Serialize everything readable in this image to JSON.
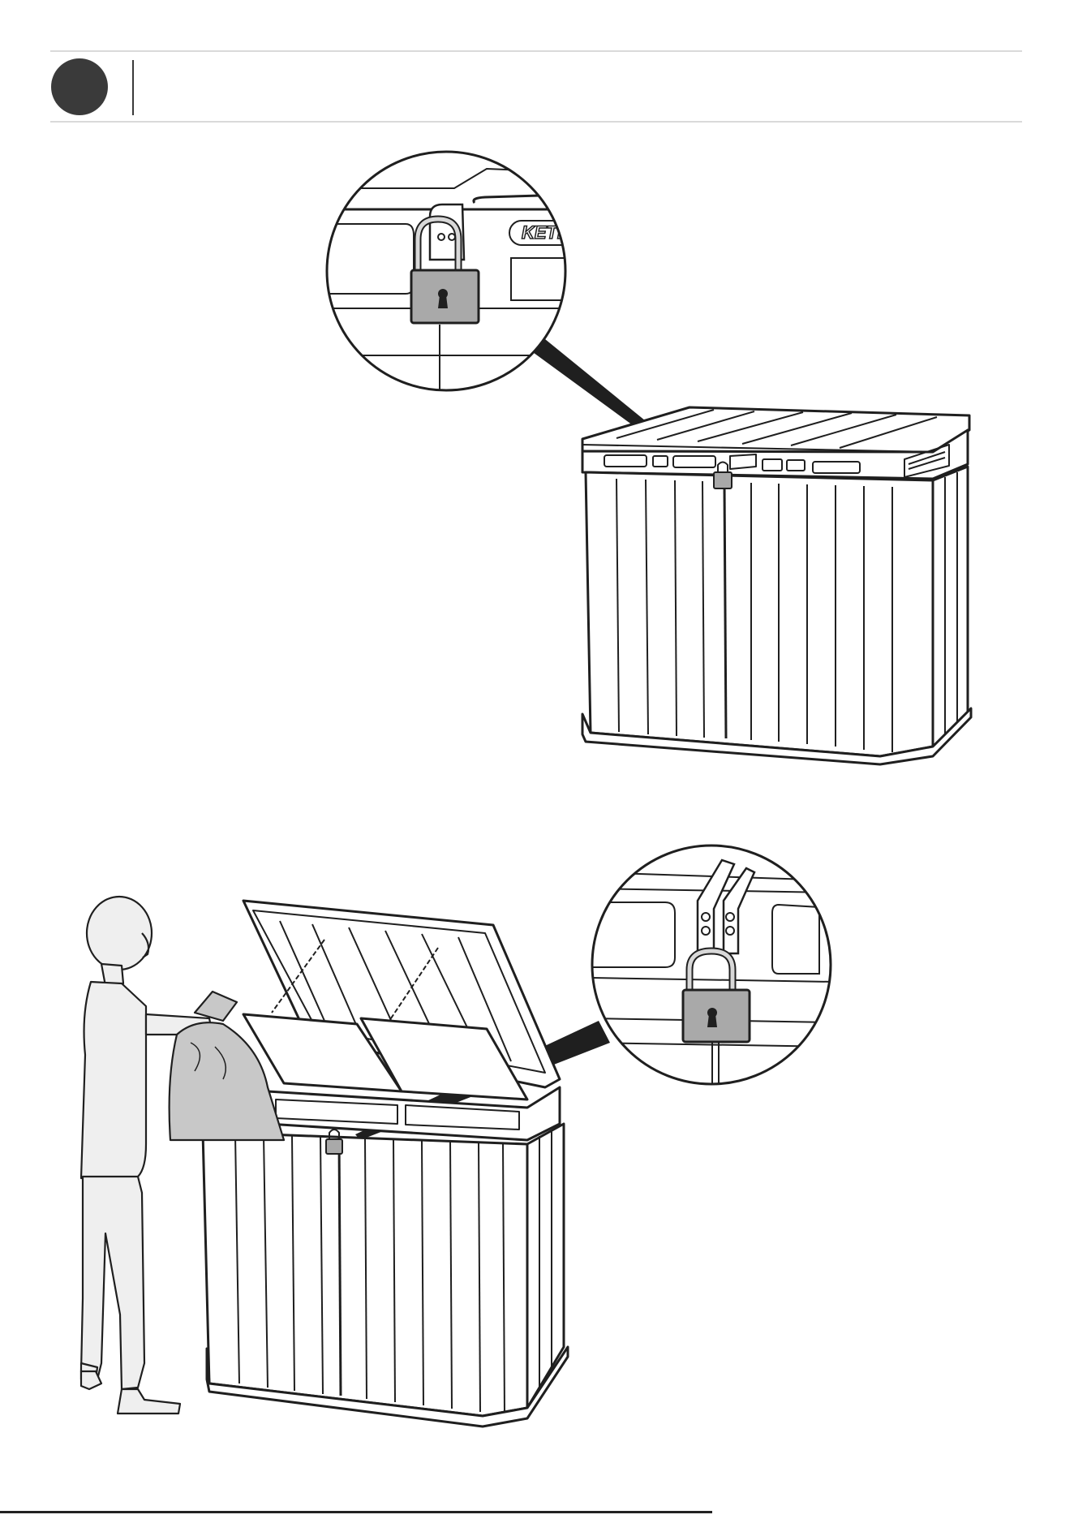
{
  "header": {
    "step_caption": ""
  },
  "illustrations": {
    "top_detail_logo": "KETER",
    "items": [
      {
        "name": "locked-storage-unit",
        "icon": "padlock-icon"
      },
      {
        "name": "person-depositing-trash-bag",
        "icon": "trash-bag-icon"
      }
    ]
  },
  "colors": {
    "ink": "#1f1f1f",
    "padlock_fill": "#a9a9a9",
    "bag_fill": "#c8c8c8",
    "person_fill": "#efefef",
    "badge": "#3a3a3a",
    "rule": "#dadada"
  }
}
